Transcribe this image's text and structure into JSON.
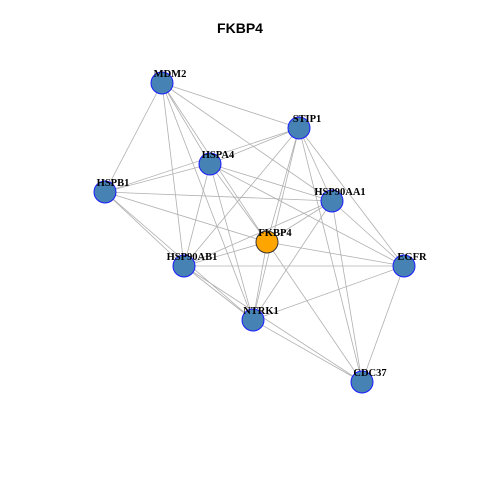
{
  "title": "FKBP4",
  "colors": {
    "node_fill": "#4682B4",
    "node_stroke": "#1a1aff",
    "center_fill": "#FFA500",
    "center_stroke": "#333333",
    "edge": "#b0b0b0"
  },
  "nodes": [
    {
      "id": "MDM2",
      "label": "MDM2",
      "center": false
    },
    {
      "id": "STIP1",
      "label": "STIP1",
      "center": false
    },
    {
      "id": "HSPA4",
      "label": "HSPA4",
      "center": false
    },
    {
      "id": "HSPB1",
      "label": "HSPB1",
      "center": false
    },
    {
      "id": "HSP90AA1",
      "label": "HSP90AA1",
      "center": false
    },
    {
      "id": "FKBP4",
      "label": "FKBP4",
      "center": true
    },
    {
      "id": "HSP90AB1",
      "label": "HSP90AB1",
      "center": false
    },
    {
      "id": "EGFR",
      "label": "EGFR",
      "center": false
    },
    {
      "id": "NTRK1",
      "label": "NTRK1",
      "center": false
    },
    {
      "id": "CDC37",
      "label": "CDC37",
      "center": false
    }
  ],
  "edges": [
    [
      "MDM2",
      "STIP1"
    ],
    [
      "MDM2",
      "HSPA4"
    ],
    [
      "MDM2",
      "HSPB1"
    ],
    [
      "MDM2",
      "HSP90AA1"
    ],
    [
      "MDM2",
      "HSP90AB1"
    ],
    [
      "MDM2",
      "NTRK1"
    ],
    [
      "MDM2",
      "FKBP4"
    ],
    [
      "STIP1",
      "HSPA4"
    ],
    [
      "STIP1",
      "HSPB1"
    ],
    [
      "STIP1",
      "HSP90AA1"
    ],
    [
      "STIP1",
      "FKBP4"
    ],
    [
      "STIP1",
      "HSP90AB1"
    ],
    [
      "STIP1",
      "NTRK1"
    ],
    [
      "STIP1",
      "EGFR"
    ],
    [
      "STIP1",
      "CDC37"
    ],
    [
      "HSPA4",
      "HSPB1"
    ],
    [
      "HSPA4",
      "HSP90AA1"
    ],
    [
      "HSPA4",
      "FKBP4"
    ],
    [
      "HSPA4",
      "HSP90AB1"
    ],
    [
      "HSPA4",
      "NTRK1"
    ],
    [
      "HSPA4",
      "EGFR"
    ],
    [
      "HSPB1",
      "HSP90AA1"
    ],
    [
      "HSPB1",
      "HSP90AB1"
    ],
    [
      "HSPB1",
      "FKBP4"
    ],
    [
      "HSPB1",
      "NTRK1"
    ],
    [
      "HSP90AA1",
      "FKBP4"
    ],
    [
      "HSP90AA1",
      "HSP90AB1"
    ],
    [
      "HSP90AA1",
      "NTRK1"
    ],
    [
      "HSP90AA1",
      "EGFR"
    ],
    [
      "HSP90AA1",
      "CDC37"
    ],
    [
      "FKBP4",
      "HSP90AB1"
    ],
    [
      "FKBP4",
      "NTRK1"
    ],
    [
      "FKBP4",
      "EGFR"
    ],
    [
      "FKBP4",
      "CDC37"
    ],
    [
      "HSP90AB1",
      "NTRK1"
    ],
    [
      "HSP90AB1",
      "EGFR"
    ],
    [
      "HSP90AB1",
      "CDC37"
    ],
    [
      "NTRK1",
      "EGFR"
    ],
    [
      "NTRK1",
      "CDC37"
    ],
    [
      "EGFR",
      "CDC37"
    ]
  ]
}
